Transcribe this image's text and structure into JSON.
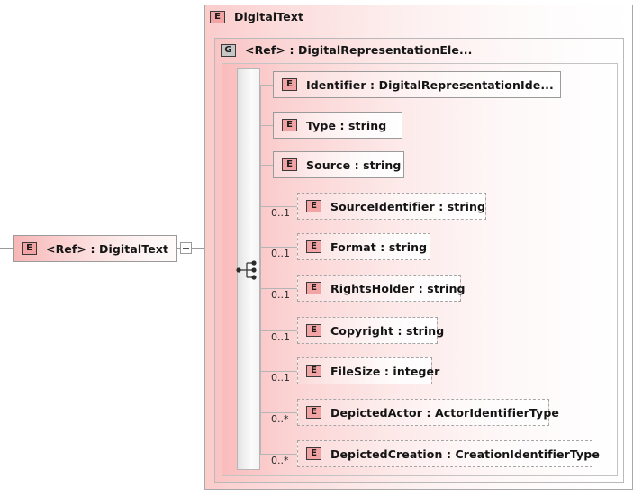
{
  "diagram": {
    "type": "xsd-schema-element-diagram",
    "ref_element": {
      "icon": "element-icon-E",
      "label": "<Ref> : DigitalText",
      "toggle": "collapse-minus"
    },
    "root_element": {
      "icon": "element-icon-E",
      "label": "DigitalText"
    },
    "group": {
      "icon": "group-icon-G",
      "label": "<Ref> : DigitalRepresentationEle..."
    },
    "compositor": {
      "icon": "sequence-icon",
      "kind": "sequence"
    },
    "children": [
      {
        "icon": "element-icon-E",
        "label": "Identifier  : DigitalRepresentationIde...",
        "cardinality": "",
        "optional": false
      },
      {
        "icon": "element-icon-E",
        "label": "Type    : string",
        "cardinality": "",
        "optional": false
      },
      {
        "icon": "element-icon-E",
        "label": "Source : string",
        "cardinality": "",
        "optional": false
      },
      {
        "icon": "element-icon-E",
        "label": "SourceIdentifier  : string",
        "cardinality": "0..1",
        "optional": true
      },
      {
        "icon": "element-icon-E",
        "label": "Format : string",
        "cardinality": "0..1",
        "optional": true
      },
      {
        "icon": "element-icon-E",
        "label": "RightsHolder  : string",
        "cardinality": "0..1",
        "optional": true
      },
      {
        "icon": "element-icon-E",
        "label": "Copyright : string",
        "cardinality": "0..1",
        "optional": true
      },
      {
        "icon": "element-icon-E",
        "label": "FileSize : integer",
        "cardinality": "0..1",
        "optional": true
      },
      {
        "icon": "element-icon-E",
        "label": "DepictedActor  : ActorIdentifierType",
        "cardinality": "0..*",
        "optional": true
      },
      {
        "icon": "element-icon-E",
        "label": "DepictedCreation  : CreationIdentifierType",
        "cardinality": "0..*",
        "optional": true
      }
    ],
    "icon_glyphs": {
      "element": "E",
      "group": "G"
    },
    "colors": {
      "element_icon_fill": "#f2a3a3",
      "group_icon_fill": "#c6c6c6",
      "container_pink": "#fbcccc",
      "border_gray": "#9a9a9a",
      "bar_gray": "#efefef"
    }
  }
}
